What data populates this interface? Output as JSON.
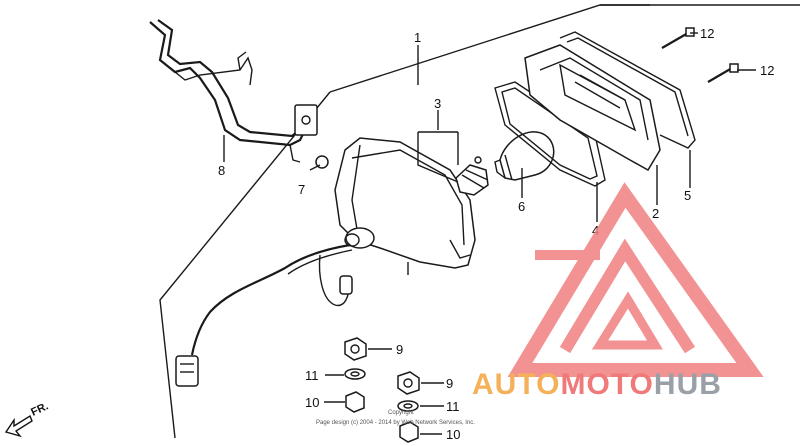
{
  "callouts": {
    "c1": "1",
    "c2": "2",
    "c3": "3",
    "c4": "4",
    "c5": "5",
    "c6": "6",
    "c7": "7",
    "c8": "8",
    "c9a": "9",
    "c9b": "9",
    "c10a": "10",
    "c10b": "10",
    "c11a": "11",
    "c11b": "11",
    "c12a": "12",
    "c12b": "12"
  },
  "direction_label": "FR.",
  "copyright": {
    "line1": "Copyright",
    "line2": "Page design (c) 2004 - 2014 by Web Network Services, Inc."
  },
  "watermark": {
    "auto": "AUTO",
    "moto": "MOTO",
    "hub": "HUB",
    "colors": {
      "auto": "#f5b05a",
      "moto": "#f07a7a",
      "hub": "#9aa0a8",
      "logo": "#f08080"
    }
  }
}
